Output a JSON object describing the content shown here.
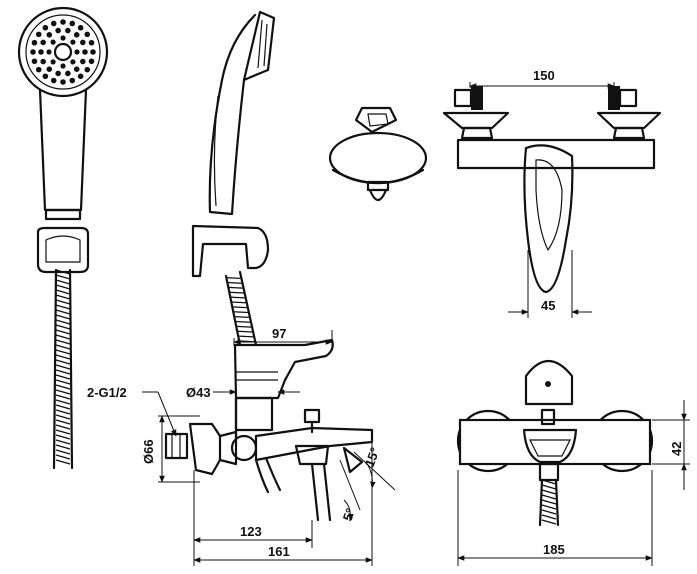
{
  "dimensions": {
    "thread": "2-G1/2",
    "diam_66": "Ø66",
    "diam_43": "Ø43",
    "d97": "97",
    "d150": "150",
    "d45": "45",
    "d42": "42",
    "d123": "123",
    "d161": "161",
    "d185": "185",
    "angle_15": "15°",
    "angle_5": "5°"
  }
}
